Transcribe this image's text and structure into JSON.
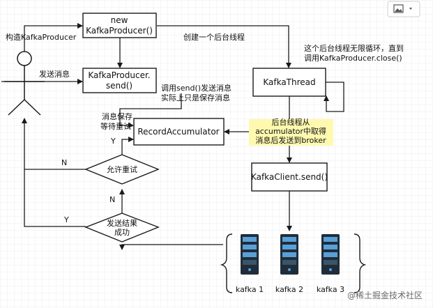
{
  "nodes": {
    "new_producer": [
      "new",
      "KafkaProducer()"
    ],
    "send": [
      "KafkaProducer.",
      "send()"
    ],
    "kafka_thread": "KafkaThread",
    "record_accumulator": "RecordAccumulator",
    "kafka_client_send": "KafkaClient.send()",
    "allow_retry": "允许重试",
    "send_success": [
      "发送结果",
      "成功"
    ]
  },
  "labels": {
    "construct": "构造KafkaProducer",
    "send_msg": "发送消息",
    "create_thread": "创建一个后台线程",
    "thread_loop": [
      "这个后台线程无限循环，直到",
      "调用KafkaProducer.close()"
    ],
    "call_send": [
      "调用send()发送消息",
      "实际上只是保存消息"
    ],
    "save_wait": [
      "消息保存",
      "等待重试"
    ],
    "y_retry": "Y",
    "n_retry": "N",
    "n_result": "N",
    "y_result": "Y",
    "fetch_note": [
      "后台线程从",
      "accumulator中取得",
      "消息后发送到broker"
    ]
  },
  "brokers": [
    "kafka 1",
    "kafka 2",
    "kafka 3"
  ],
  "watermark": "@稀土掘金技术社区",
  "colors": {
    "line": "#1a1a1a",
    "note_bg": "#fff9b0",
    "server_body": "#1f2d3a",
    "server_accent": "#5aa0d8"
  }
}
